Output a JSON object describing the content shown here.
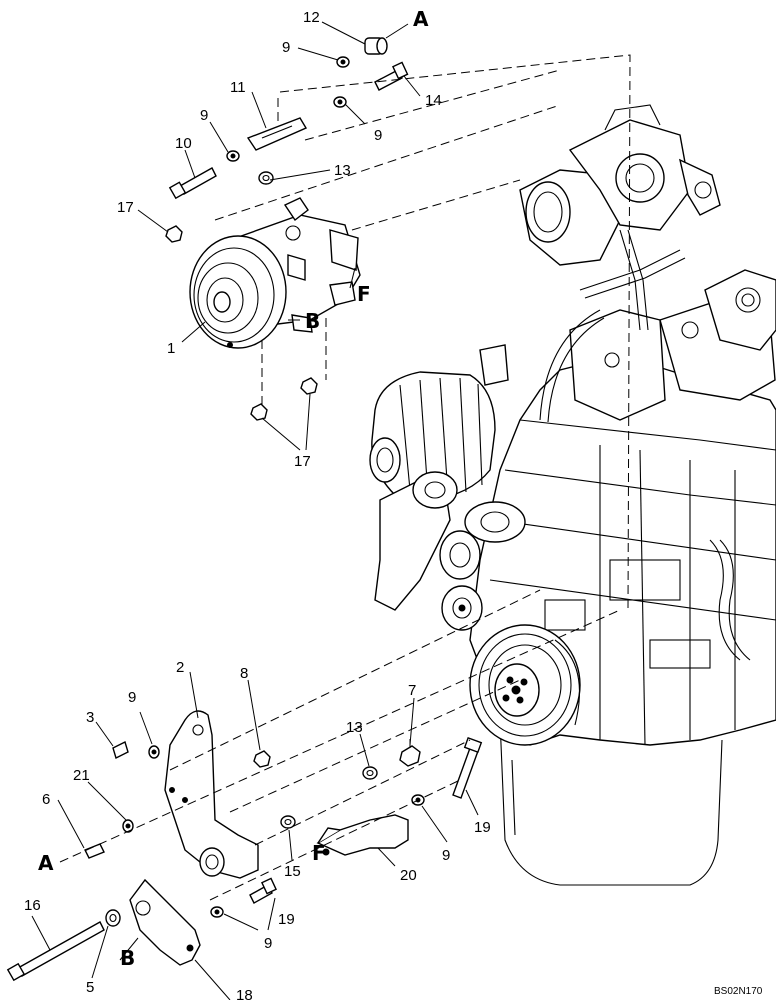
{
  "diagram": {
    "code": "BS02N170",
    "callouts": {
      "c1": "1",
      "c2": "2",
      "c3": "3",
      "c5": "5",
      "c6": "6",
      "c7": "7",
      "c8": "8",
      "c9a": "9",
      "c9b": "9",
      "c9c": "9",
      "c9d": "9",
      "c9e": "9",
      "c9f": "9",
      "c10": "10",
      "c11": "11",
      "c12": "12",
      "c13a": "13",
      "c13b": "13",
      "c14": "14",
      "c15": "15",
      "c16": "16",
      "c17a": "17",
      "c17b": "17",
      "c18": "18",
      "c19a": "19",
      "c19b": "19",
      "c20": "20",
      "c21": "21"
    },
    "letters": {
      "a_top": "A",
      "a_left": "A",
      "f_compressor": "F",
      "f_bracket": "F",
      "b_compressor": "B",
      "b_bottom": "B"
    }
  }
}
